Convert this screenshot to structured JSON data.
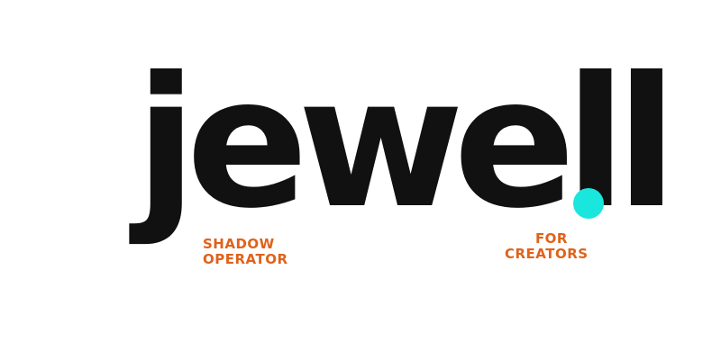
{
  "logo": {
    "wordmark": "jewell",
    "dot_color": "#19e6dc",
    "text_color": "#111111"
  },
  "taglines": {
    "left": {
      "line1": "SHADOW",
      "line2": "OPERATOR"
    },
    "right": {
      "line1": "FOR",
      "line2": "CREATORS"
    },
    "color": "#e0621a"
  }
}
